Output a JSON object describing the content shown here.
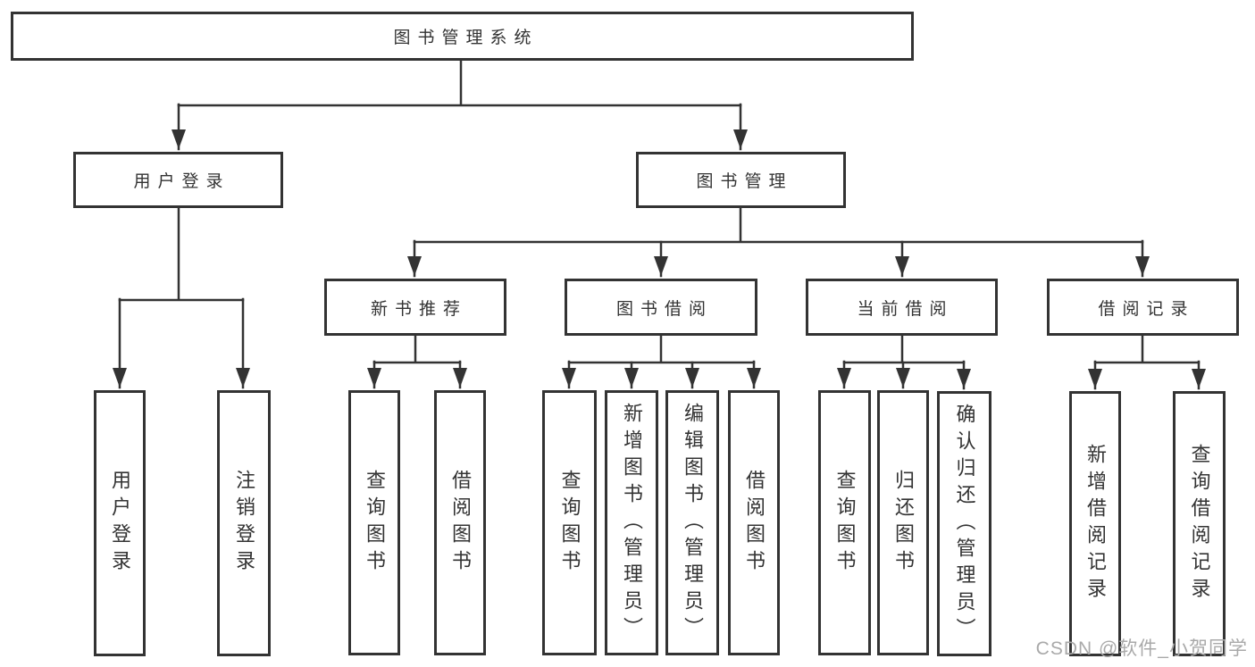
{
  "diagram": {
    "root": {
      "label": "图书管理系统"
    },
    "login": {
      "label": "用户登录",
      "leaves": [
        {
          "label": "用户登录"
        },
        {
          "label": "注销登录"
        }
      ]
    },
    "mgmt": {
      "label": "图书管理",
      "groups": [
        {
          "label": "新书推荐",
          "leaves": [
            {
              "label": "查询图书"
            },
            {
              "label": "借阅图书"
            }
          ]
        },
        {
          "label": "图书借阅",
          "leaves": [
            {
              "label": "查询图书"
            },
            {
              "label": "新增图书（管理员）"
            },
            {
              "label": "编辑图书（管理员）"
            },
            {
              "label": "借阅图书"
            }
          ]
        },
        {
          "label": "当前借阅",
          "leaves": [
            {
              "label": "查询图书"
            },
            {
              "label": "归还图书"
            },
            {
              "label": "确认归还（管理员）"
            }
          ]
        },
        {
          "label": "借阅记录",
          "leaves": [
            {
              "label": "新增借阅记录"
            },
            {
              "label": "查询借阅记录"
            }
          ]
        }
      ]
    }
  },
  "watermark": {
    "text": "CSDN @软件_小贺同学"
  },
  "colors": {
    "line": "#333333",
    "text": "#333333",
    "background": "#ffffff",
    "watermark": "#a9a9a9"
  }
}
